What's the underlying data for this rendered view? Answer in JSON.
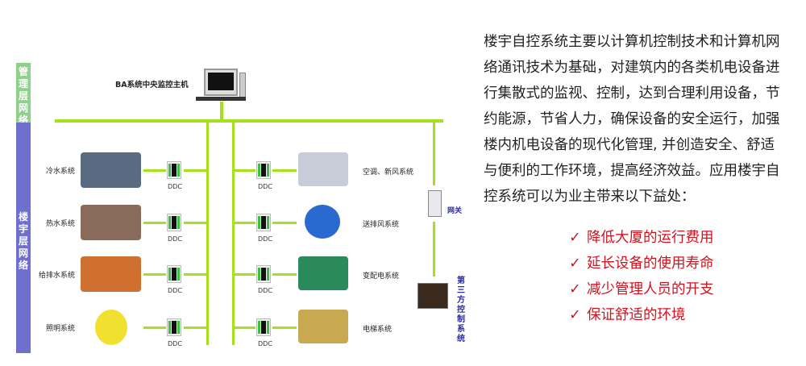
{
  "diagram": {
    "mgmt_band": "管理层网络",
    "floor_band": "楼宇层网络",
    "host_label": "BA系统中央监控主机",
    "ddc": "DDC",
    "left_systems": [
      "冷水系统",
      "热水系统",
      "给排水系统",
      "照明系统"
    ],
    "right_systems": [
      "空调、新风系统",
      "送排风系统",
      "变配电系统",
      "电梯系统"
    ],
    "gateway": "网关",
    "third_party": "第三方控制系统",
    "colors": {
      "bus": "#a6e01c",
      "mgmt": "#8fd18a",
      "floor": "#6f6fd0"
    }
  },
  "text": {
    "lines": [
      "楼宇自控系统主要以计算机控制技术和计算机网",
      "络通讯技术为基础，对建筑内的各类机电设备进",
      "行集散式的监视、控制，达到合理利用设备，节",
      "约能源，节省人力，确保设备的安全运行，加强",
      "楼内机电设备的现代化管理, 并创造安全、舒适",
      "与便利的工作环境，提高经济效益。应用楼宇自",
      "控系统可以为业主带来以下益处："
    ],
    "check": "✓",
    "benefits": [
      "降低大厦的运行费用",
      "延长设备的使用寿命",
      "减少管理人员的开支",
      "保证舒适的环境"
    ],
    "benefit_color": "#d2121d"
  }
}
